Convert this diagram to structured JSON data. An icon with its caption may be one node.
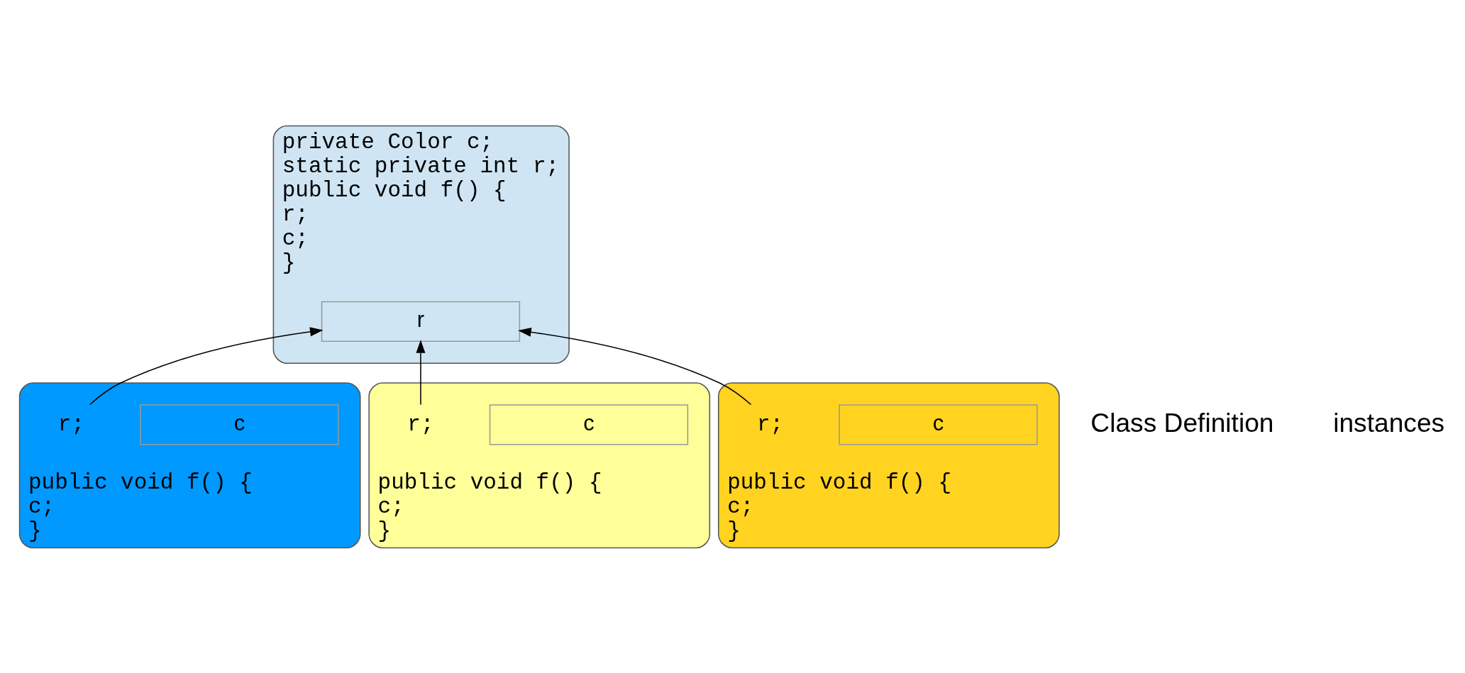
{
  "diagram": {
    "nodes": [
      {
        "text": [
          "private Color c;",
          "static private int r;",
          "public void f() {",
          "r;",
          "c;",
          "}"
        ]
      },
      {
        "text": [
          "r"
        ],
        "in": 0
      },
      {
        "text": [
          "public void f() {",
          "c;",
          "}"
        ]
      },
      {
        "text": [
          "c"
        ],
        "in": 2
      },
      {
        "text": [
          "r;"
        ],
        "in": 2
      },
      {
        "text": [
          "public void f() {",
          "c;",
          "}"
        ]
      },
      {
        "text": [
          "c"
        ],
        "in": 5
      },
      {
        "text": [
          "r;"
        ],
        "in": 5
      },
      {
        "text": [
          "public void f() {",
          "c;",
          "}"
        ]
      },
      {
        "text": [
          "c"
        ],
        "in": 8
      },
      {
        "text": [
          "r;"
        ],
        "in": 8
      }
    ],
    "edges": [
      {
        "from": 4,
        "to": 1,
        "arrow": "to"
      },
      {
        "from": 7,
        "to": 1,
        "arrow": "to"
      },
      {
        "from": 10,
        "to": 1,
        "arrow": "to"
      }
    ],
    "labels": [
      "Class Definition",
      "instances"
    ]
  }
}
